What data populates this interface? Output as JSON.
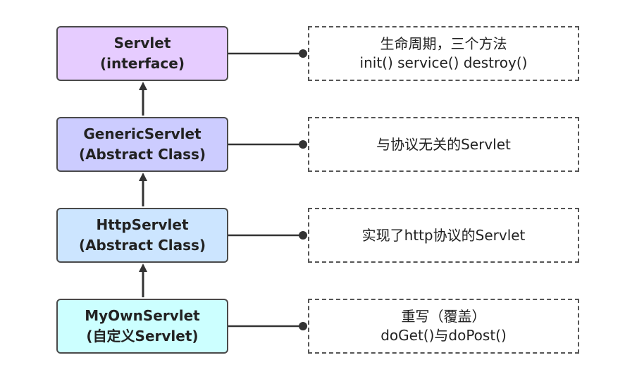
{
  "classes": [
    {
      "name": "Servlet",
      "kind": "(interface)",
      "fill": "#e6ccff"
    },
    {
      "name": "GenericServlet",
      "kind": "(Abstract Class)",
      "fill": "#ccccff"
    },
    {
      "name": "HttpServlet",
      "kind": "(Abstract Class)",
      "fill": "#cce5ff"
    },
    {
      "name": "MyOwnServlet",
      "kind": "(自定义Servlet)",
      "fill": "#ccffff"
    }
  ],
  "notes": [
    {
      "line1": "生命周期，三个方法",
      "line2": "init() service() destroy()"
    },
    {
      "line1": "与协议无关的Servlet",
      "line2": ""
    },
    {
      "line1": "实现了http协议的Servlet",
      "line2": ""
    },
    {
      "line1": "重写（覆盖）",
      "line2": "doGet()与doPost()"
    }
  ]
}
